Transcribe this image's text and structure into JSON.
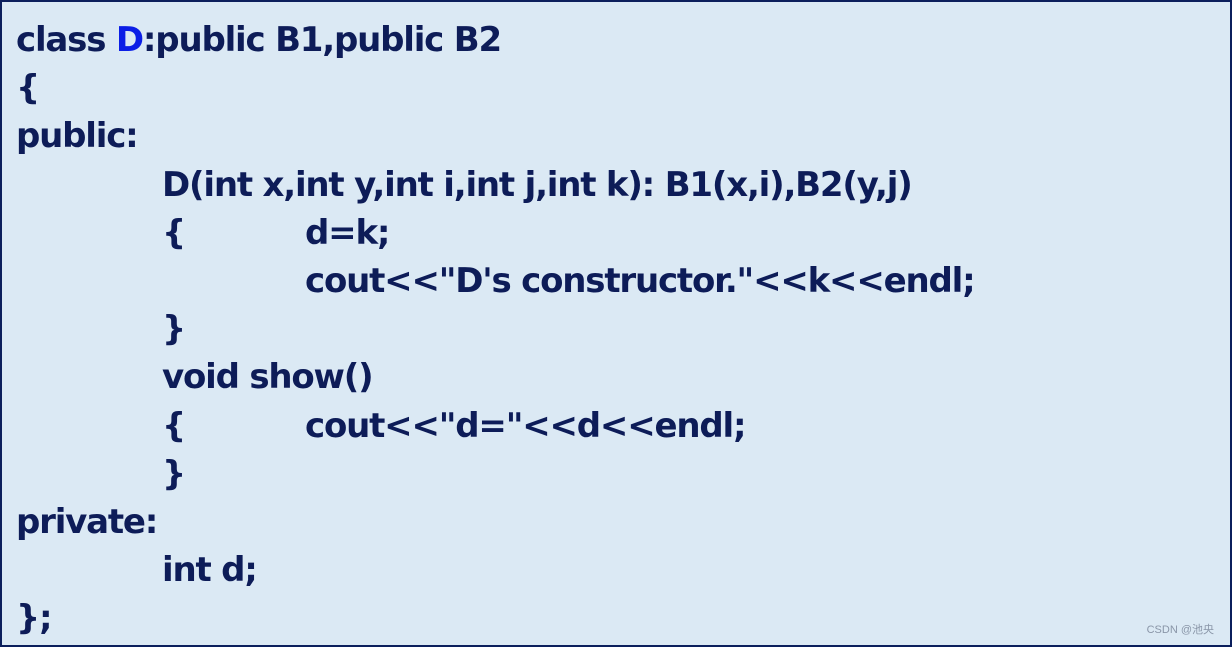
{
  "code": {
    "line1_a": "class ",
    "line1_class": "D",
    "line1_b": ":public B1,public B2",
    "line2": "{",
    "line3": "public:",
    "line4": "D(int x,int y,int i,int j,int k): B1(x,i),B2(y,j)",
    "line5_brace": "{",
    "line5_stmt": "d=k;",
    "line6": "cout<<\"D's constructor.\"<<k<<endl;",
    "line7": "}",
    "line8": "void show()",
    "line9_brace": "{",
    "line9_stmt": "cout<<\"d=\"<<d<<endl;",
    "line10": "}",
    "line11": "private:",
    "line12": "int d;",
    "line13": "};"
  },
  "colors": {
    "text": "#0d1c58",
    "highlight": "#0b1ee6",
    "background": "#dbe9f4",
    "border": "#0b1f5c"
  },
  "watermark": "CSDN @池央"
}
